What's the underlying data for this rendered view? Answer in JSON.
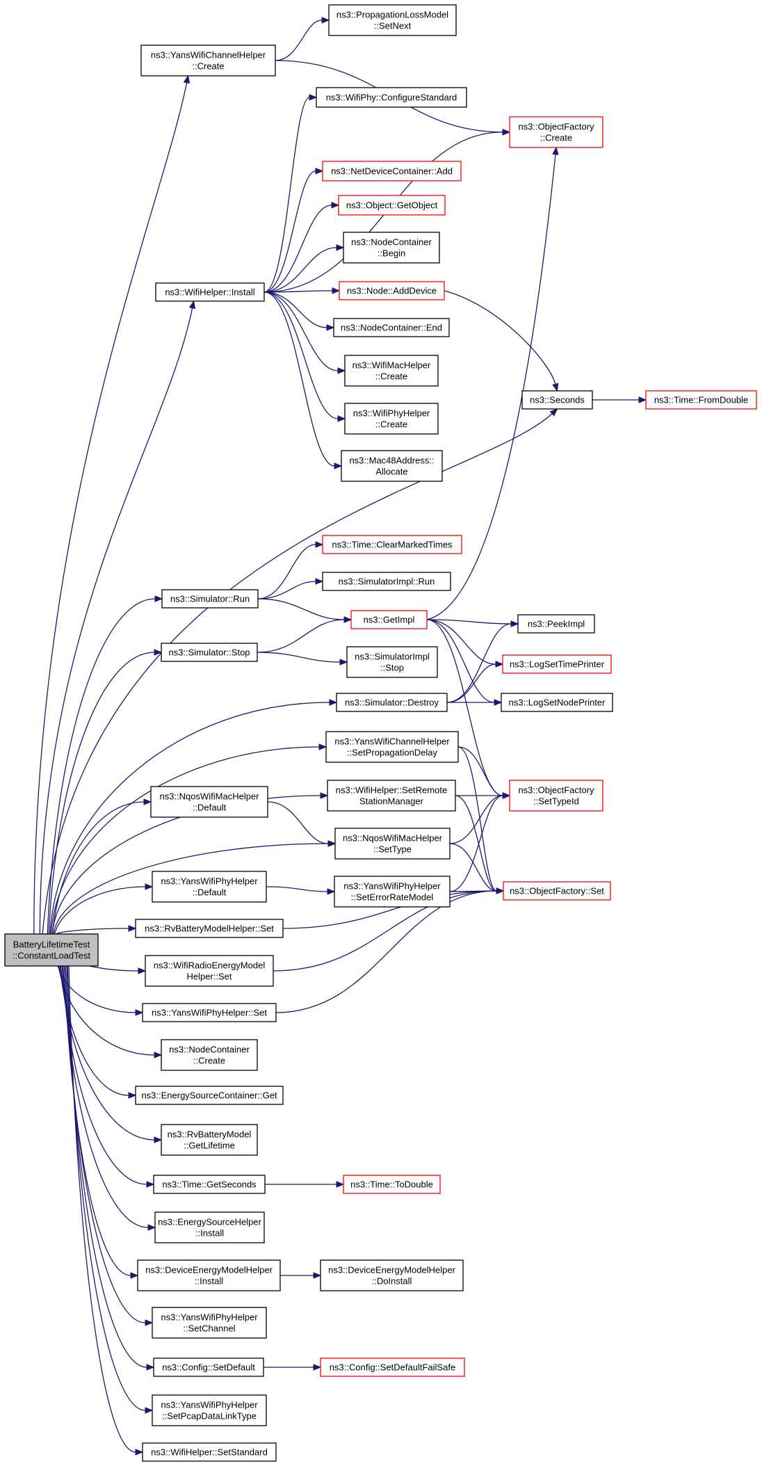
{
  "diagram": {
    "nodes": [
      {
        "id": "root",
        "lines": [
          "BatteryLifetimeTest",
          "::ConstantLoadTest"
        ],
        "style": "root"
      },
      {
        "id": "yansChanCreate",
        "lines": [
          "ns3::YansWifiChannelHelper",
          "::Create"
        ],
        "style": "black"
      },
      {
        "id": "propSetNext",
        "lines": [
          "ns3::PropagationLossModel",
          "::SetNext"
        ],
        "style": "black"
      },
      {
        "id": "objFactCreate",
        "lines": [
          "ns3::ObjectFactory",
          "::Create"
        ],
        "style": "red"
      },
      {
        "id": "wifiPhyConfig",
        "lines": [
          "ns3::WifiPhy::ConfigureStandard"
        ],
        "style": "black"
      },
      {
        "id": "netDevAdd",
        "lines": [
          "ns3::NetDeviceContainer::Add"
        ],
        "style": "red"
      },
      {
        "id": "objGetObject",
        "lines": [
          "ns3::Object::GetObject"
        ],
        "style": "red"
      },
      {
        "id": "nodeContBegin",
        "lines": [
          "ns3::NodeContainer",
          "::Begin"
        ],
        "style": "black"
      },
      {
        "id": "wifiHelperInstall",
        "lines": [
          "ns3::WifiHelper::Install"
        ],
        "style": "black"
      },
      {
        "id": "nodeAddDevice",
        "lines": [
          "ns3::Node::AddDevice"
        ],
        "style": "red"
      },
      {
        "id": "nodeContEnd",
        "lines": [
          "ns3::NodeContainer::End"
        ],
        "style": "black"
      },
      {
        "id": "wifiMacHelperCreate",
        "lines": [
          "ns3::WifiMacHelper",
          "::Create"
        ],
        "style": "black"
      },
      {
        "id": "seconds",
        "lines": [
          "ns3::Seconds"
        ],
        "style": "black"
      },
      {
        "id": "timeFromDouble",
        "lines": [
          "ns3::Time::FromDouble"
        ],
        "style": "red"
      },
      {
        "id": "wifiPhyHelperCreate",
        "lines": [
          "ns3::WifiPhyHelper",
          "::Create"
        ],
        "style": "black"
      },
      {
        "id": "mac48Allocate",
        "lines": [
          "ns3::Mac48Address::",
          "Allocate"
        ],
        "style": "black"
      },
      {
        "id": "timeClearMarked",
        "lines": [
          "ns3::Time::ClearMarkedTimes"
        ],
        "style": "red"
      },
      {
        "id": "simRun",
        "lines": [
          "ns3::Simulator::Run"
        ],
        "style": "black"
      },
      {
        "id": "simImplRun",
        "lines": [
          "ns3::SimulatorImpl::Run"
        ],
        "style": "black"
      },
      {
        "id": "getImpl",
        "lines": [
          "ns3::GetImpl"
        ],
        "style": "red"
      },
      {
        "id": "peekImpl",
        "lines": [
          "ns3::PeekImpl"
        ],
        "style": "black"
      },
      {
        "id": "simStop",
        "lines": [
          "ns3::Simulator::Stop"
        ],
        "style": "black"
      },
      {
        "id": "simImplStop",
        "lines": [
          "ns3::SimulatorImpl",
          "::Stop"
        ],
        "style": "black"
      },
      {
        "id": "logSetTimePrinter",
        "lines": [
          "ns3::LogSetTimePrinter"
        ],
        "style": "red"
      },
      {
        "id": "simDestroy",
        "lines": [
          "ns3::Simulator::Destroy"
        ],
        "style": "black"
      },
      {
        "id": "logSetNodePrinter",
        "lines": [
          "ns3::LogSetNodePrinter"
        ],
        "style": "black"
      },
      {
        "id": "yansChanSetProp",
        "lines": [
          "ns3::YansWifiChannelHelper",
          "::SetPropagationDelay"
        ],
        "style": "black"
      },
      {
        "id": "nqosDefault",
        "lines": [
          "ns3::NqosWifiMacHelper",
          "::Default"
        ],
        "style": "black"
      },
      {
        "id": "wifiSetRemote",
        "lines": [
          "ns3::WifiHelper::SetRemote",
          "StationManager"
        ],
        "style": "black"
      },
      {
        "id": "objFactSetTypeId",
        "lines": [
          "ns3::ObjectFactory",
          "::SetTypeId"
        ],
        "style": "red"
      },
      {
        "id": "nqosSetType",
        "lines": [
          "ns3::NqosWifiMacHelper",
          "::SetType"
        ],
        "style": "black"
      },
      {
        "id": "yansPhyDefault",
        "lines": [
          "ns3::YansWifiPhyHelper",
          "::Default"
        ],
        "style": "black"
      },
      {
        "id": "yansPhySetErr",
        "lines": [
          "ns3::YansWifiPhyHelper",
          "::SetErrorRateModel"
        ],
        "style": "black"
      },
      {
        "id": "objFactSet",
        "lines": [
          "ns3::ObjectFactory::Set"
        ],
        "style": "red"
      },
      {
        "id": "rvBattSet",
        "lines": [
          "ns3::RvBatteryModelHelper::Set"
        ],
        "style": "black"
      },
      {
        "id": "wifiRadioSet",
        "lines": [
          "ns3::WifiRadioEnergyModel",
          "Helper::Set"
        ],
        "style": "black"
      },
      {
        "id": "yansPhySet",
        "lines": [
          "ns3::YansWifiPhyHelper::Set"
        ],
        "style": "black"
      },
      {
        "id": "nodeContCreate",
        "lines": [
          "ns3::NodeContainer",
          "::Create"
        ],
        "style": "black"
      },
      {
        "id": "energySrcContGet",
        "lines": [
          "ns3::EnergySourceContainer::Get"
        ],
        "style": "black"
      },
      {
        "id": "rvBattGetLifetime",
        "lines": [
          "ns3::RvBatteryModel",
          "::GetLifetime"
        ],
        "style": "black"
      },
      {
        "id": "timeGetSeconds",
        "lines": [
          "ns3::Time::GetSeconds"
        ],
        "style": "black"
      },
      {
        "id": "timeToDouble",
        "lines": [
          "ns3::Time::ToDouble"
        ],
        "style": "red"
      },
      {
        "id": "energySrcInstall",
        "lines": [
          "ns3::EnergySourceHelper",
          "::Install"
        ],
        "style": "black"
      },
      {
        "id": "devEnergyInstall",
        "lines": [
          "ns3::DeviceEnergyModelHelper",
          "::Install"
        ],
        "style": "black"
      },
      {
        "id": "devEnergyDoInstall",
        "lines": [
          "ns3::DeviceEnergyModelHelper",
          "::DoInstall"
        ],
        "style": "black"
      },
      {
        "id": "yansPhySetChannel",
        "lines": [
          "ns3::YansWifiPhyHelper",
          "::SetChannel"
        ],
        "style": "black"
      },
      {
        "id": "configSetDefault",
        "lines": [
          "ns3::Config::SetDefault"
        ],
        "style": "black"
      },
      {
        "id": "configSetDefaultFailSafe",
        "lines": [
          "ns3::Config::SetDefaultFailSafe"
        ],
        "style": "red"
      },
      {
        "id": "yansPhySetPcap",
        "lines": [
          "ns3::YansWifiPhyHelper",
          "::SetPcapDataLinkType"
        ],
        "style": "black"
      },
      {
        "id": "wifiSetStandard",
        "lines": [
          "ns3::WifiHelper::SetStandard"
        ],
        "style": "black"
      }
    ],
    "edges": [
      [
        "root",
        "yansChanCreate"
      ],
      [
        "root",
        "wifiHelperInstall"
      ],
      [
        "root",
        "seconds"
      ],
      [
        "root",
        "simRun"
      ],
      [
        "root",
        "simStop"
      ],
      [
        "root",
        "simDestroy"
      ],
      [
        "root",
        "yansChanSetProp"
      ],
      [
        "root",
        "wifiSetRemote"
      ],
      [
        "root",
        "nqosDefault"
      ],
      [
        "root",
        "nqosSetType"
      ],
      [
        "root",
        "yansPhyDefault"
      ],
      [
        "root",
        "rvBattSet"
      ],
      [
        "root",
        "wifiRadioSet"
      ],
      [
        "root",
        "yansPhySet"
      ],
      [
        "root",
        "nodeContCreate"
      ],
      [
        "root",
        "energySrcContGet"
      ],
      [
        "root",
        "rvBattGetLifetime"
      ],
      [
        "root",
        "timeGetSeconds"
      ],
      [
        "root",
        "energySrcInstall"
      ],
      [
        "root",
        "devEnergyInstall"
      ],
      [
        "root",
        "yansPhySetChannel"
      ],
      [
        "root",
        "configSetDefault"
      ],
      [
        "root",
        "yansPhySetPcap"
      ],
      [
        "root",
        "wifiSetStandard"
      ],
      [
        "yansChanCreate",
        "propSetNext"
      ],
      [
        "yansChanCreate",
        "objFactCreate"
      ],
      [
        "wifiHelperInstall",
        "wifiPhyConfig"
      ],
      [
        "wifiHelperInstall",
        "objFactCreate"
      ],
      [
        "wifiHelperInstall",
        "netDevAdd"
      ],
      [
        "wifiHelperInstall",
        "objGetObject"
      ],
      [
        "wifiHelperInstall",
        "nodeContBegin"
      ],
      [
        "wifiHelperInstall",
        "nodeAddDevice"
      ],
      [
        "wifiHelperInstall",
        "nodeContEnd"
      ],
      [
        "wifiHelperInstall",
        "wifiMacHelperCreate"
      ],
      [
        "wifiHelperInstall",
        "wifiPhyHelperCreate"
      ],
      [
        "wifiHelperInstall",
        "mac48Allocate"
      ],
      [
        "nodeAddDevice",
        "seconds"
      ],
      [
        "seconds",
        "timeFromDouble"
      ],
      [
        "simRun",
        "timeClearMarked"
      ],
      [
        "simRun",
        "simImplRun"
      ],
      [
        "simRun",
        "getImpl"
      ],
      [
        "simStop",
        "getImpl"
      ],
      [
        "simStop",
        "simImplStop"
      ],
      [
        "getImpl",
        "objFactCreate"
      ],
      [
        "getImpl",
        "peekImpl"
      ],
      [
        "getImpl",
        "logSetTimePrinter"
      ],
      [
        "getImpl",
        "logSetNodePrinter"
      ],
      [
        "getImpl",
        "objFactSetTypeId"
      ],
      [
        "simDestroy",
        "peekImpl"
      ],
      [
        "simDestroy",
        "logSetTimePrinter"
      ],
      [
        "simDestroy",
        "logSetNodePrinter"
      ],
      [
        "yansChanSetProp",
        "objFactSetTypeId"
      ],
      [
        "yansChanSetProp",
        "objFactSet"
      ],
      [
        "wifiSetRemote",
        "objFactSetTypeId"
      ],
      [
        "wifiSetRemote",
        "objFactSet"
      ],
      [
        "nqosDefault",
        "nqosSetType"
      ],
      [
        "nqosSetType",
        "objFactSetTypeId"
      ],
      [
        "nqosSetType",
        "objFactSet"
      ],
      [
        "yansPhyDefault",
        "yansPhySetErr"
      ],
      [
        "yansPhySetErr",
        "objFactSetTypeId"
      ],
      [
        "yansPhySetErr",
        "objFactSet"
      ],
      [
        "rvBattSet",
        "objFactSet"
      ],
      [
        "wifiRadioSet",
        "objFactSet"
      ],
      [
        "yansPhySet",
        "objFactSet"
      ],
      [
        "timeGetSeconds",
        "timeToDouble"
      ],
      [
        "devEnergyInstall",
        "devEnergyDoInstall"
      ],
      [
        "configSetDefault",
        "configSetDefaultFailSafe"
      ]
    ]
  }
}
